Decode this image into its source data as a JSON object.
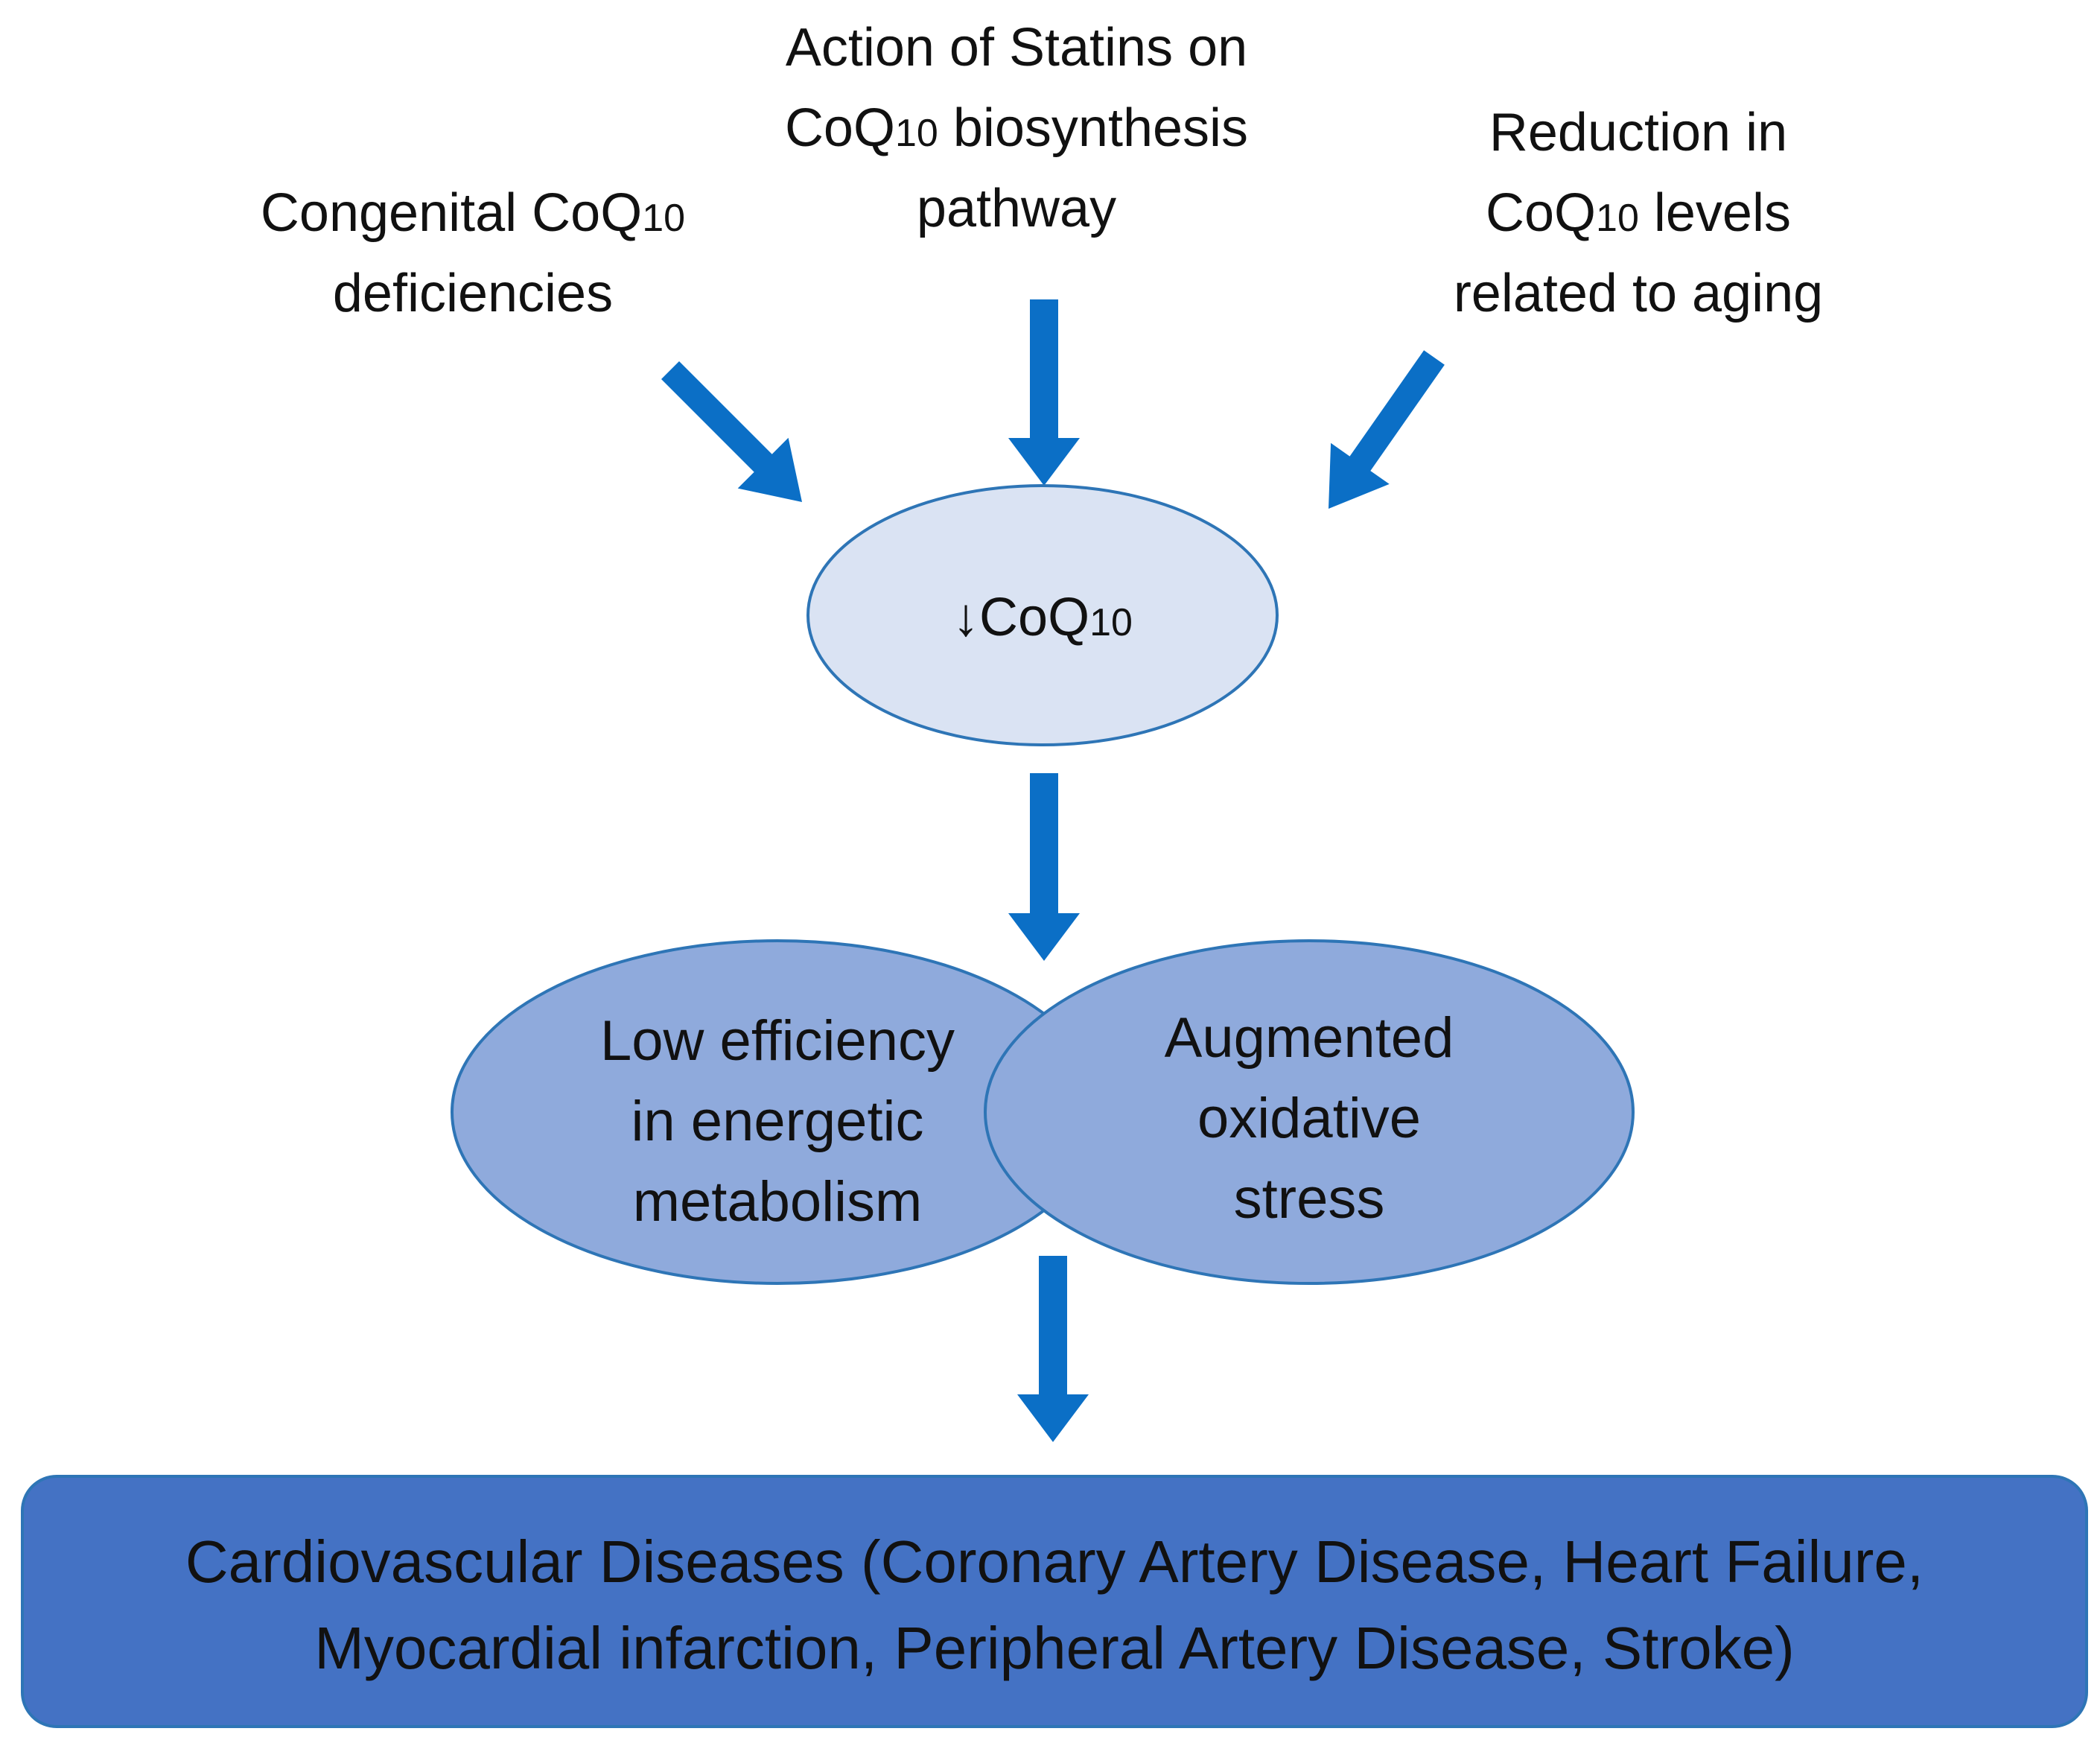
{
  "causes": {
    "congenital": {
      "line1": "Congenital CoQ",
      "line1_sub": "10",
      "line2": "deficiencies"
    },
    "statins": {
      "line1": "Action of Statins on",
      "line2": "CoQ",
      "line2_sub": "10",
      "line2_rest": " biosynthesis",
      "line3": "pathway"
    },
    "aging": {
      "line1": "Reduction in",
      "line2": "CoQ",
      "line2_sub": "10",
      "line2_rest": " levels",
      "line3": "related to aging"
    }
  },
  "central": {
    "symbol": "↓",
    "label": "CoQ",
    "sub": "10"
  },
  "effects": {
    "energetic": {
      "lines": [
        "Low efficiency",
        "in energetic",
        "metabolism"
      ]
    },
    "oxidative": {
      "lines": [
        "Augmented",
        "oxidative",
        "stress"
      ]
    }
  },
  "outcome": {
    "line1": "Cardiovascular Diseases (Coronary Artery Disease, Heart Failure,",
    "line2": "Myocardial infarction, Peripheral Artery Disease, Stroke)"
  },
  "colors": {
    "arrow": "#0b6fc6",
    "central_fill": "#dae3f3",
    "effect_fill": "#8faadc",
    "outcome_fill": "#4472c4",
    "outline": "#2e75b6"
  },
  "icons": {
    "arrows": "arrow-down-icon"
  }
}
